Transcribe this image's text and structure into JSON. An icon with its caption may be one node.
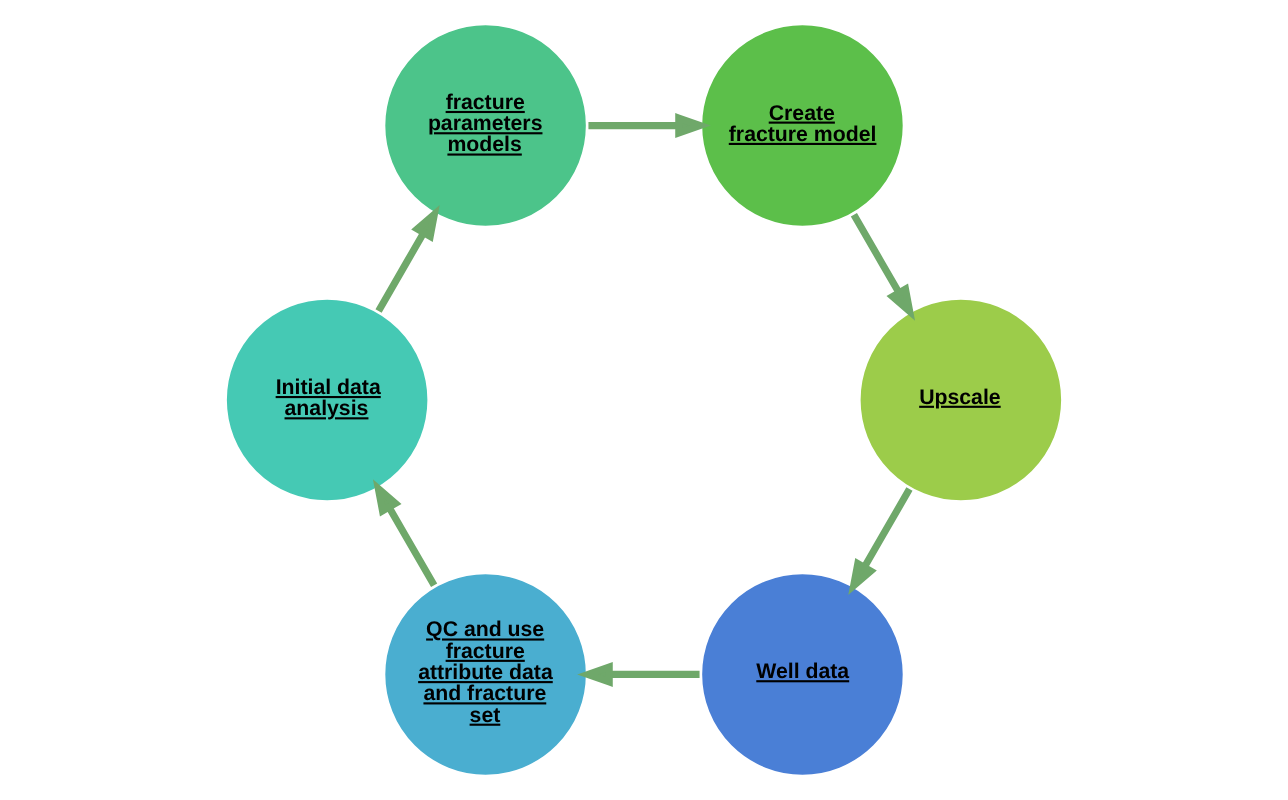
{
  "diagram": {
    "nodes": [
      {
        "text": [
          "Well data"
        ]
      },
      {
        "text": [
          "QC and use fracture attribute data and fracture set"
        ]
      },
      {
        "text": [
          "Initial data analysis"
        ]
      },
      {
        "text": [
          "fracture parameters models"
        ]
      },
      {
        "text": [
          "Create fracture model"
        ]
      },
      {
        "text": [
          "Upscale"
        ]
      }
    ],
    "edges": [
      {
        "from": 0,
        "to": 1,
        "arrow": "to"
      },
      {
        "from": 1,
        "to": 2,
        "arrow": "to"
      },
      {
        "from": 2,
        "to": 3,
        "arrow": "to"
      },
      {
        "from": 3,
        "to": 4,
        "arrow": "to"
      },
      {
        "from": 4,
        "to": 5,
        "arrow": "to"
      },
      {
        "from": 5,
        "to": 0,
        "arrow": "to"
      }
    ]
  }
}
